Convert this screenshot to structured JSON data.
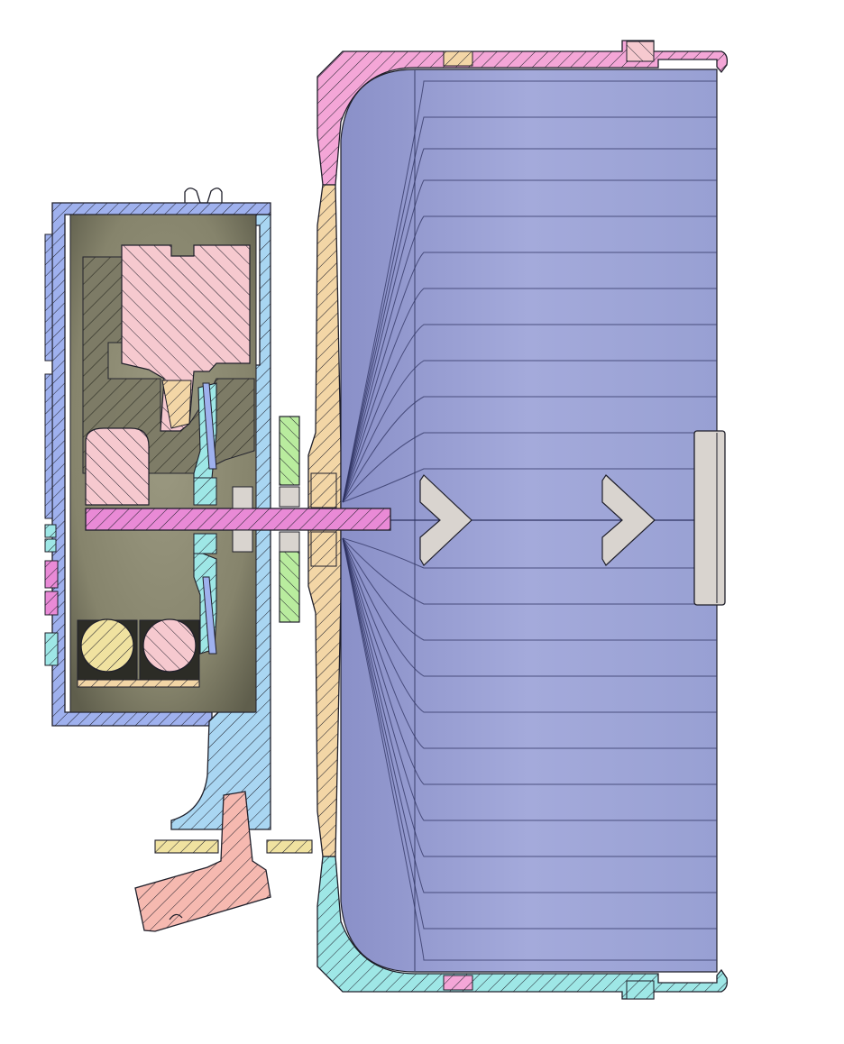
{
  "drawing": {
    "kind": "mechanical cross-section",
    "hatch_fills": {
      "pink": "#f4a6d7",
      "magenta": "#e98ad6",
      "blue": "#9fb1ee",
      "light_blue": "#a9d6f2",
      "cyan": "#9ee7e6",
      "peach": "#f6c9bd",
      "tan": "#f3d6a6",
      "green": "#b9ec9e",
      "yellow": "#f0e2a0",
      "salmon": "#f6b9b0"
    },
    "surface_colors": {
      "bowl": "#9ea5d6",
      "bowl_dark": "#7f88c0",
      "housing_interior": "#8a8870",
      "housing_shadow": "#5a5a4a",
      "gray_part": "#d9d4cf"
    },
    "stroke_color": "#1f1f2a",
    "flow_chevrons": 2,
    "cylinders": 2
  }
}
